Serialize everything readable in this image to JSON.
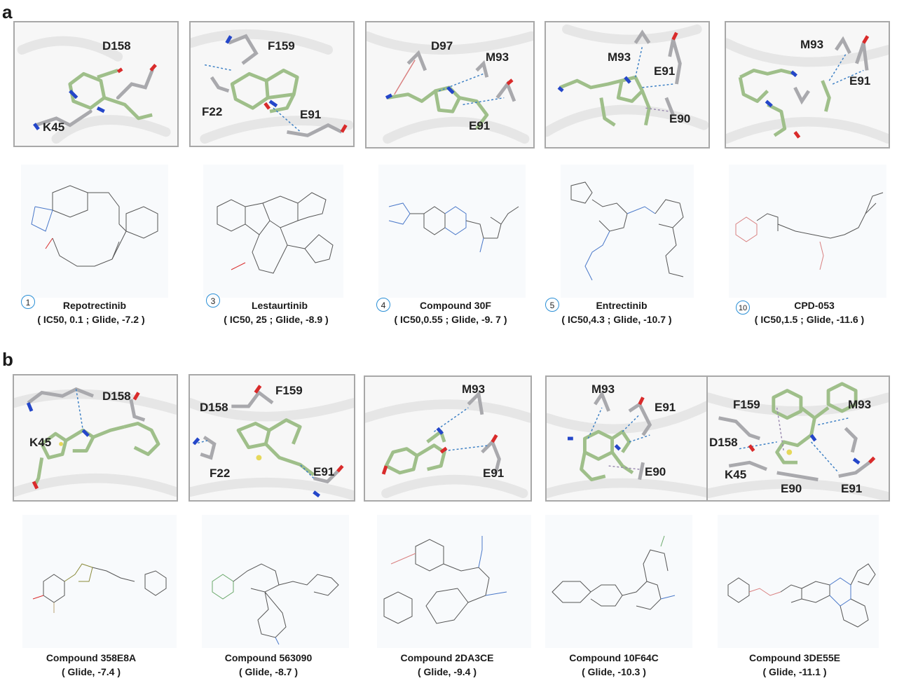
{
  "panel_a": {
    "letter": "a",
    "items": [
      {
        "residues": [
          "D158",
          "K45"
        ],
        "number": "1",
        "name": "Repotrectinib",
        "values": "( IC50, 0.1 ; Glide, -7.2 )"
      },
      {
        "residues": [
          "F159",
          "F22",
          "E91"
        ],
        "number": "3",
        "name": "Lestaurtinib",
        "values": "( IC50, 25 ; Glide, -8.9 )"
      },
      {
        "residues": [
          "D97",
          "M93",
          "E91"
        ],
        "number": "4",
        "name": "Compound 30F",
        "values": "( IC50,0.55 ; Glide, -9. 7 )"
      },
      {
        "residues": [
          "M93",
          "E91",
          "E90"
        ],
        "number": "5",
        "name": "Entrectinib",
        "values": "( IC50,4.3 ; Glide, -10.7 )"
      },
      {
        "residues": [
          "M93",
          "E91"
        ],
        "number": "10",
        "name": "CPD-053",
        "values": "( IC50,1.5 ; Glide, -11.6 )"
      }
    ]
  },
  "panel_b": {
    "letter": "b",
    "items": [
      {
        "residues": [
          "D158",
          "K45"
        ],
        "name": "Compound 358E8A",
        "values": "( Glide, -7.4 )"
      },
      {
        "residues": [
          "F159",
          "D158",
          "F22",
          "E91"
        ],
        "name": "Compound 563090",
        "values": "( Glide, -8.7 )"
      },
      {
        "residues": [
          "M93",
          "E91"
        ],
        "name": "Compound 2DA3CE",
        "values": "( Glide, -9.4 )"
      },
      {
        "residues": [
          "M93",
          "E91",
          "E90"
        ],
        "name": "Compound 10F64C",
        "values": "( Glide, -10.3 )"
      },
      {
        "residues": [
          "F159",
          "M93",
          "D158",
          "K45",
          "E90",
          "E91"
        ],
        "name": "Compound 3DE55E",
        "values": "( Glide, -11.1 )"
      }
    ]
  },
  "colors": {
    "frame": "#a8a8a8",
    "ligand": "#9fbf8a",
    "residue": "#a9a9ad",
    "nitrogen": "#2446c9",
    "oxygen": "#d92b2b",
    "hbond": "#3b7fc4",
    "circle": "#2a8fd6"
  }
}
